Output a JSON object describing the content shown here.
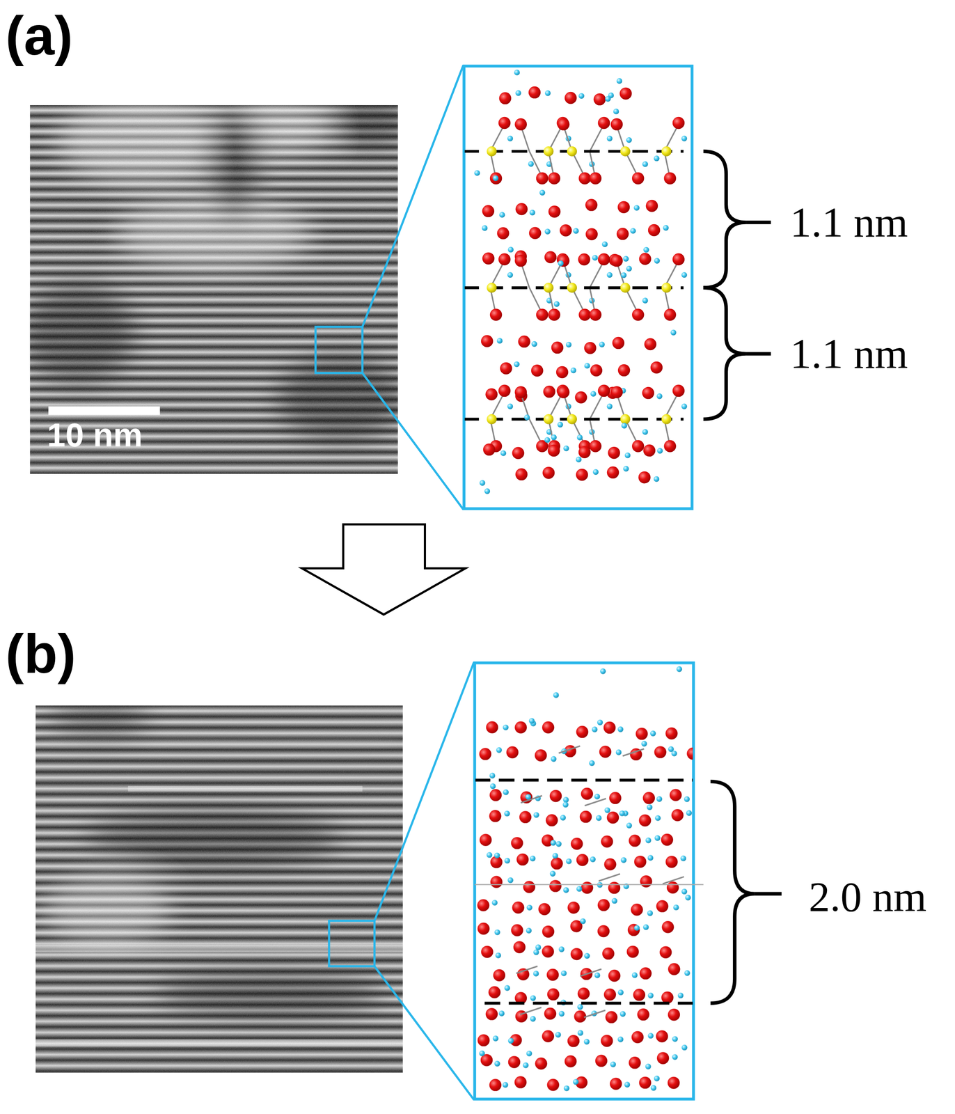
{
  "diagram": {
    "labels": [
      "(a)",
      "10 nm",
      "1.1 nm",
      "1.1 nm",
      "(b)",
      "2.0 nm"
    ]
  }
}
